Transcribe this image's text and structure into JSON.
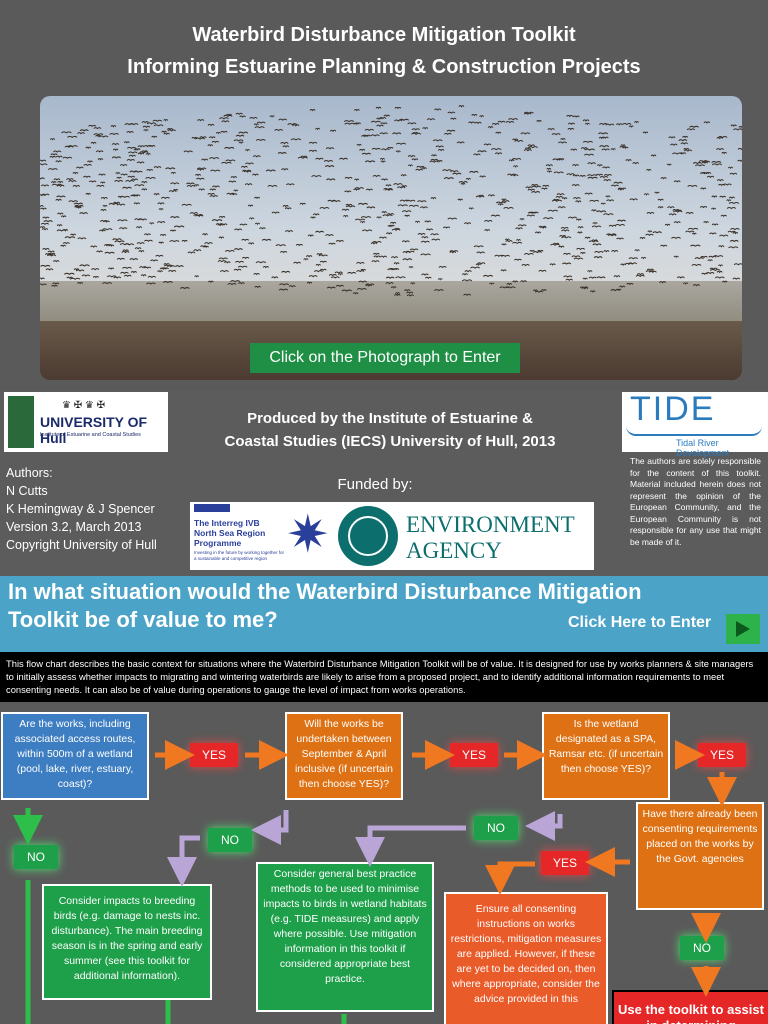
{
  "header": {
    "title_line1": "Waterbird Disturbance Mitigation Toolkit",
    "title_line2": "Informing Estuarine Planning & Construction Projects",
    "enter_photo_label": "Click on the Photograph to Enter"
  },
  "info": {
    "hull_logo_text": "UNIVERSITY OF Hull",
    "hull_logo_sub": "Institute of Estuarine and Coastal Studies",
    "tide_logo_text": "TIDE",
    "tide_logo_sub": "Tidal River Development",
    "produced_line1": "Produced by the Institute of Estuarine &",
    "produced_line2": "Coastal Studies (IECS) University of Hull, 2013",
    "authors": [
      "Authors:",
      "N Cutts",
      "K Hemingway & J Spencer",
      "Version 3.2, March 2013",
      "Copyright University of Hull"
    ],
    "funded_label": "Funded by:",
    "interreg_text": "The Interreg IVB North Sea Region Programme",
    "interreg_tagline": "Investing in the future by working together for a sustainable and competitive region",
    "ea_text_line1": "ENVIRONMENT",
    "ea_text_line2": "AGENCY",
    "disclaimer": "The authors are solely responsible for the content of this toolkit. Material included herein does not represent the opinion of the European Community, and the European Community is not responsible for any use that might be made of it."
  },
  "question": {
    "text": "In what situation would the Waterbird Disturbance Mitigation Toolkit be of value to me?",
    "click_enter": "Click Here to Enter"
  },
  "description": "This flow chart describes the basic context for situations where the Waterbird Disturbance Mitigation Toolkit will be of value.  It is designed for use by works planners & site managers to initially assess whether impacts to migrating and wintering waterbirds are likely to arise from a proposed project, and to identify additional information requirements to meet consenting needs.  It can also be of value during operations to gauge the level of impact from works operations.",
  "flow": {
    "box1": "Are the works, including associated access routes, within 500m of a wetland (pool, lake, river, estuary, coast)?",
    "box2": "Will the works be undertaken between September & April inclusive (if uncertain then choose YES)?",
    "box3": "Is the wetland designated as a SPA, Ramsar etc. (if uncertain then choose YES)?",
    "box4": "Have there already been consenting requirements placed on the works by the Govt. agencies",
    "box5": "Consider impacts to breeding birds (e.g. damage to nests inc. disturbance).  The main breeding season is in the spring and early summer (see this toolkit for additional information).",
    "box6": "Consider general best practice methods to be used to minimise impacts to birds in wetland habitats (e.g. TIDE measures) and apply where possible. Use mitigation information in this toolkit if considered appropriate best practice.",
    "box7": "Ensure all consenting instructions on works restrictions, mitigation measures are applied. However, if these are yet to be decided on, then where appropriate, consider the advice provided in this",
    "box8": "Use the toolkit to assist in determining",
    "yes": "YES",
    "no": "NO"
  }
}
